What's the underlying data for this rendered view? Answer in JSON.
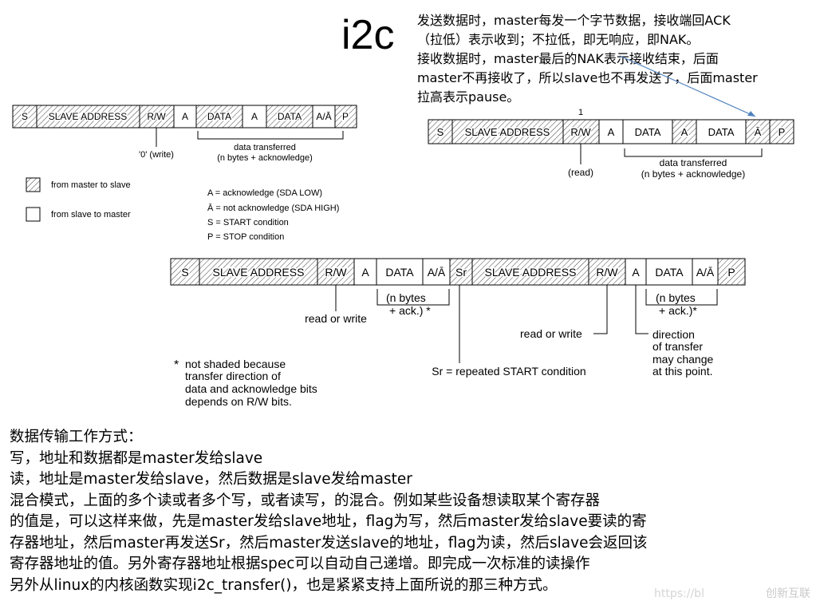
{
  "title": "i2c",
  "note_lines": [
    "发送数据时，master每发一个字节数据，接收端回ACK",
    "（拉低）表示收到；不拉低，即无响应，即NAK。",
    "接收数据时，master最后的NAK表示接收结束，后面",
    "master不再接收了，所以slave也不再发送了，后面master",
    "拉高表示pause。"
  ],
  "write_frame": {
    "fields": [
      "S",
      "SLAVE ADDRESS",
      "R/W",
      "A",
      "DATA",
      "A",
      "DATA",
      "A/Ā",
      "P"
    ],
    "rw_note": "'0' (write)",
    "data_note_1": "data transferred",
    "data_note_2": "(n bytes + acknowledge)"
  },
  "read_frame": {
    "fields": [
      "S",
      "SLAVE ADDRESS",
      "R/W",
      "A",
      "DATA",
      "A",
      "DATA",
      "Ā",
      "P"
    ],
    "bit_label": "1",
    "rw_note": "(read)",
    "data_note_1": "data transferred",
    "data_note_2": "(n bytes + acknowledge)"
  },
  "legend": {
    "master_to_slave": "from master to slave",
    "slave_to_master": "from slave to master"
  },
  "definitions": [
    "A = acknowledge (SDA LOW)",
    "Ā = not acknowledge (SDA HIGH)",
    "S = START condition",
    "P = STOP condition"
  ],
  "combined_frame": {
    "fields": [
      "S",
      "SLAVE ADDRESS",
      "R/W",
      "A",
      "DATA",
      "A/Ā",
      "Sr",
      "SLAVE ADDRESS",
      "R/W",
      "A",
      "DATA",
      "A/Ā",
      "P"
    ],
    "rw1_note": "read or write",
    "nbytes1_a": "(n bytes",
    "nbytes1_b": "+ ack.) *",
    "rw2_note": "read or write",
    "nbytes2_a": "(n bytes",
    "nbytes2_b": "+ ack.)*",
    "sr_note": "Sr = repeated START condition",
    "dir_1": "direction",
    "dir_2": "of transfer",
    "dir_3": "may change",
    "dir_4": "at this point.",
    "star": "*",
    "shade_1": "not shaded because",
    "shade_2": "transfer direction of",
    "shade_3": "data and acknowledge bits",
    "shade_4": "depends on R/W bits."
  },
  "bottom_lines": [
    "数据传输工作方式：",
    "写，地址和数据都是master发给slave",
    "读，地址是master发给slave，然后数据是slave发给master",
    "混合模式，上面的多个读或者多个写，或者读写，的混合。例如某些设备想读取某个寄存器",
    "的值是，可以这样来做，先是master发给slave地址，flag为写，然后master发给slave要读的寄",
    "存器地址，然后master再发送Sr，然后master发送slave的地址，flag为读，然后slave会返回该",
    "寄存器地址的值。另外寄存器地址根据spec可以自动自己递增。即完成一次标准的读操作",
    "另外从linux的内核函数实现i2c_transfer()，也是紧紧支持上面所说的那三种方式。"
  ],
  "watermark": "创新互联",
  "url_fragment": "https://bl"
}
